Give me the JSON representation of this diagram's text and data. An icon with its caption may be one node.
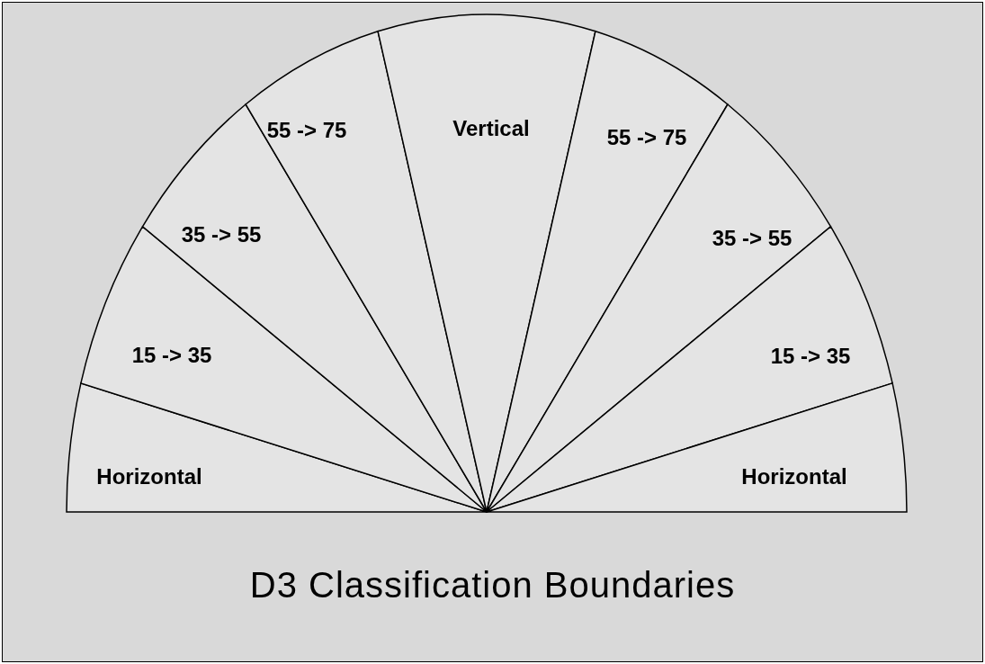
{
  "diagram": {
    "title": "D3 Classification Boundaries",
    "nodes": [
      {
        "text": [
          "Horizontal"
        ]
      },
      {
        "text": [
          "15 -> 35"
        ]
      },
      {
        "text": [
          "35 -> 55"
        ]
      },
      {
        "text": [
          "55 -> 75"
        ]
      },
      {
        "text": [
          "Vertical"
        ]
      },
      {
        "text": [
          "55 -> 75"
        ]
      },
      {
        "text": [
          "35 -> 55"
        ]
      },
      {
        "text": [
          "15 -> 35"
        ]
      },
      {
        "text": [
          "Horizontal"
        ]
      }
    ]
  }
}
